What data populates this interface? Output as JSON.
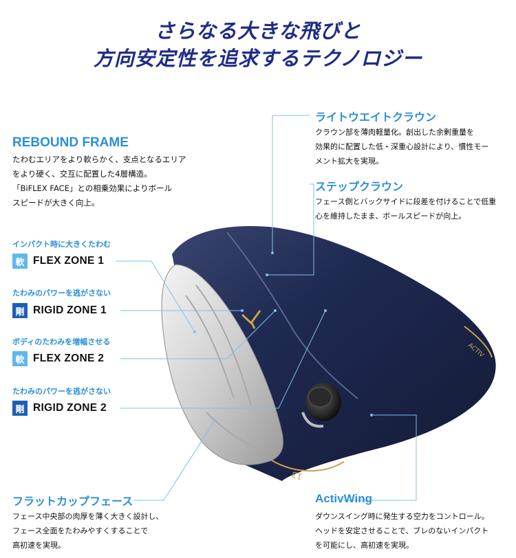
{
  "title": {
    "line1": "さらなる大きな飛びと",
    "line2": "方向安定性を追求するテクノロジー"
  },
  "rebound": {
    "heading": "REBOUND FRAME",
    "lines": [
      "たわむエリアをより軟らかく、支点となるエリア",
      "をより硬く、交互に配置した4層構造。",
      "「BiFLEX FACE」との相乗効果によりボール",
      "スピードが大きく向上。"
    ]
  },
  "zones": [
    {
      "caption": "インパクト時に大きくたわむ",
      "badge": "軟",
      "name": "FLEX ZONE 1"
    },
    {
      "caption": "たわみのパワーを逃がさない",
      "badge": "剛",
      "name": "RIGID ZONE 1"
    },
    {
      "caption": "ボディのたわみを増幅させる",
      "badge": "軟",
      "name": "FLEX ZONE 2"
    },
    {
      "caption": "たわみのパワーを逃がさない",
      "badge": "剛",
      "name": "RIGID ZONE 2"
    }
  ],
  "lightweight_crown": {
    "heading": "ライトウエイトクラウン",
    "lines": [
      "クラウン部を薄肉軽量化。創出した余剰重量を",
      "効果的に配置した低・深重心設計により、慣性モー",
      "メント拡大を実現。"
    ]
  },
  "step_crown": {
    "heading": "ステップクラウン",
    "lines": [
      "フェース側とバックサイドに段差を付けることで低重",
      "心を維持したまま、ボールスピードが向上。"
    ]
  },
  "flat_cup": {
    "heading": "フラットカップフェース",
    "lines": [
      "フェース中央部の肉厚を薄く大きく設計し、",
      "フェース全面をたわみやすくすることで",
      "高初速を実現。"
    ]
  },
  "activwing": {
    "heading": "ActivWing",
    "lines": [
      "ダウンスイング時に発生する空力をコントロール。",
      "ヘッドを安定させることで、ブレのないインパクト",
      "を可能にし、高初速を実現。"
    ]
  },
  "colors": {
    "title": "#1e2c86",
    "accent": "#2a8fd8",
    "soft_badge": "#5fb6ee",
    "hard_badge": "#1e5fb5",
    "crown": "#1c2548"
  },
  "head_marks": {
    "loft_text": "13",
    "brand_text": "ACTIV"
  }
}
